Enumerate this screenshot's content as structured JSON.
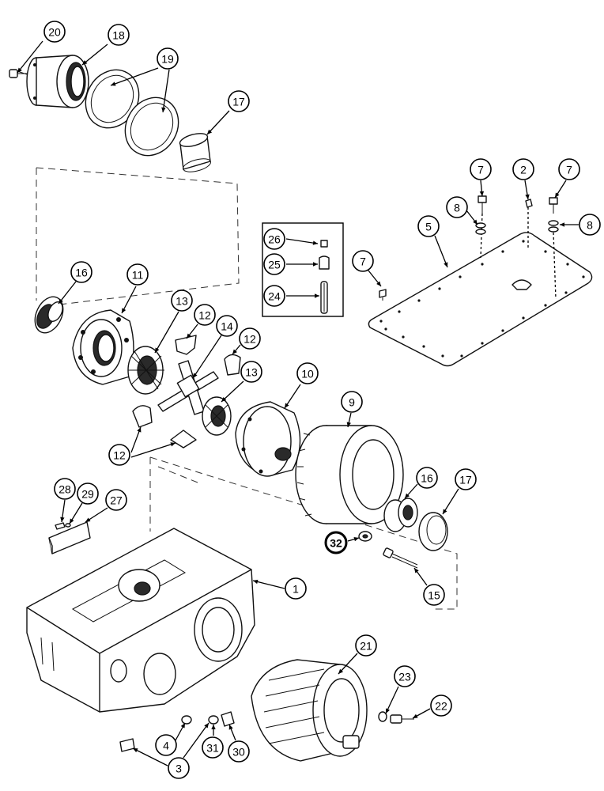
{
  "callouts": [
    {
      "id": "c20",
      "label": "20"
    },
    {
      "id": "c18",
      "label": "18"
    },
    {
      "id": "c19",
      "label": "19"
    },
    {
      "id": "c17a",
      "label": "17"
    },
    {
      "id": "c7a",
      "label": "7"
    },
    {
      "id": "c2",
      "label": "2"
    },
    {
      "id": "c7b",
      "label": "7"
    },
    {
      "id": "c8a",
      "label": "8"
    },
    {
      "id": "c8b",
      "label": "8"
    },
    {
      "id": "c5",
      "label": "5"
    },
    {
      "id": "c26",
      "label": "26"
    },
    {
      "id": "c25",
      "label": "25"
    },
    {
      "id": "c24",
      "label": "24"
    },
    {
      "id": "c7c",
      "label": "7"
    },
    {
      "id": "c16a",
      "label": "16"
    },
    {
      "id": "c11",
      "label": "11"
    },
    {
      "id": "c13a",
      "label": "13"
    },
    {
      "id": "c12a",
      "label": "12"
    },
    {
      "id": "c14",
      "label": "14"
    },
    {
      "id": "c12b",
      "label": "12"
    },
    {
      "id": "c13b",
      "label": "13"
    },
    {
      "id": "c10",
      "label": "10"
    },
    {
      "id": "c9",
      "label": "9"
    },
    {
      "id": "c12c",
      "label": "12"
    },
    {
      "id": "c28",
      "label": "28"
    },
    {
      "id": "c29",
      "label": "29"
    },
    {
      "id": "c27",
      "label": "27"
    },
    {
      "id": "c16b",
      "label": "16"
    },
    {
      "id": "c17b",
      "label": "17"
    },
    {
      "id": "c32",
      "label": "32"
    },
    {
      "id": "c15",
      "label": "15"
    },
    {
      "id": "c1",
      "label": "1"
    },
    {
      "id": "c21",
      "label": "21"
    },
    {
      "id": "c23",
      "label": "23"
    },
    {
      "id": "c22",
      "label": "22"
    },
    {
      "id": "c4",
      "label": "4"
    },
    {
      "id": "c3",
      "label": "3"
    },
    {
      "id": "c31",
      "label": "31"
    },
    {
      "id": "c30",
      "label": "30"
    }
  ]
}
